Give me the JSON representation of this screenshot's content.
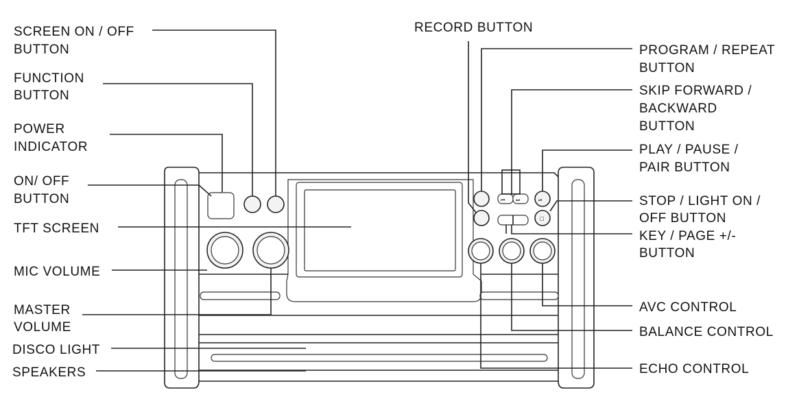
{
  "labels": {
    "screen_on_off": [
      "SCREEN ON / OFF",
      "BUTTON"
    ],
    "function": [
      "FUNCTION",
      "BUTTON"
    ],
    "power_indicator": [
      "POWER",
      "INDICATOR"
    ],
    "on_off": [
      "ON/ OFF",
      "BUTTON"
    ],
    "tft_screen": [
      "TFT SCREEN"
    ],
    "mic_volume": [
      "MIC VOLUME"
    ],
    "master_volume": [
      "MASTER",
      "VOLUME"
    ],
    "disco_light": [
      "DISCO LIGHT"
    ],
    "speakers": [
      "SPEAKERS"
    ],
    "record": [
      "RECORD BUTTON"
    ],
    "program_repeat": [
      "PROGRAM / REPEAT",
      "BUTTON"
    ],
    "skip": [
      "SKIP FORWARD /",
      "BACKWARD",
      "BUTTON"
    ],
    "play_pause": [
      "PLAY / PAUSE /",
      "PAIR BUTTON"
    ],
    "stop_light": [
      "STOP / LIGHT ON /",
      "OFF BUTTON"
    ],
    "key_page": [
      "KEY / PAGE +/-",
      "BUTTON"
    ],
    "avc": [
      "AVC CONTROL"
    ],
    "balance": [
      "BALANCE CONTROL"
    ],
    "echo": [
      "ECHO CONTROL"
    ]
  },
  "button_glyphs": {
    "skip_back": "⏮",
    "skip_forward": "⏭",
    "play_pause": "⏯",
    "stop": "□"
  },
  "colors": {
    "line": "#222222",
    "background": "#ffffff"
  }
}
